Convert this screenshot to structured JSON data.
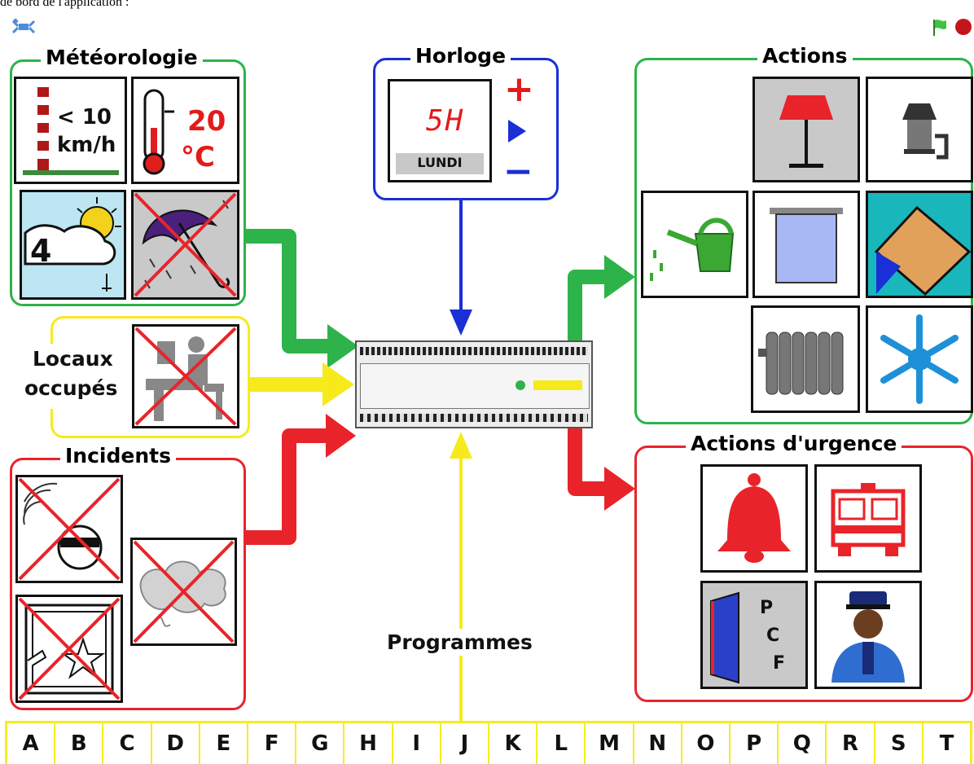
{
  "caption": "de bord de l'application :",
  "groups": {
    "meteo": "Météorologie",
    "horloge": "Horloge",
    "actions": "Actions",
    "urgence": "Actions d'urgence",
    "incidents": "Incidents"
  },
  "meteo": {
    "wind_line1": "< 10",
    "wind_line2": "km/h",
    "temp_value": "20",
    "temp_unit": "°C",
    "cloud_value": "4"
  },
  "clock": {
    "hour": "5H",
    "day": "LUNDI",
    "plus": "+",
    "minus": "−"
  },
  "locaux": {
    "line1": "Locaux",
    "line2": "occupés"
  },
  "pcf": [
    "P",
    "C",
    "F"
  ],
  "programmes": "Programmes",
  "letters": [
    "A",
    "B",
    "C",
    "D",
    "E",
    "F",
    "G",
    "H",
    "I",
    "J",
    "K",
    "L",
    "M",
    "N",
    "O",
    "P",
    "Q",
    "R",
    "S",
    "T"
  ],
  "colors": {
    "green": "#2db34a",
    "yellow": "#f6ea1c",
    "red": "#e8242a",
    "blue": "#1a2fd6"
  }
}
